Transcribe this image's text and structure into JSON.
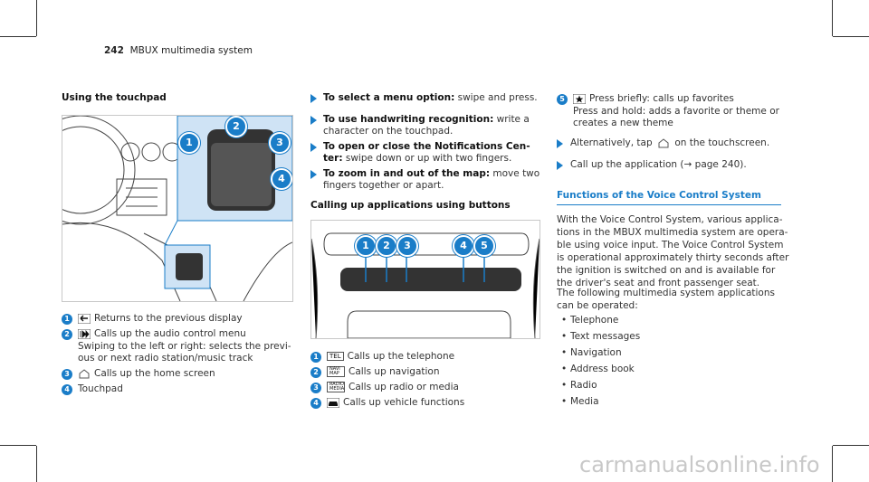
{
  "header": {
    "page_number": "242",
    "title": "MBUX multimedia system"
  },
  "col1": {
    "title": "Using the touchpad",
    "items": [
      {
        "num": "1",
        "icon": "back-arrow-icon",
        "text": "Returns to the previous display"
      },
      {
        "num": "2",
        "icon": "skip-forward-icon",
        "text": "Calls up the audio control menu",
        "extra": [
          "Swiping to the left or right: selects the previ-",
          "ous or next radio station/music track"
        ]
      },
      {
        "num": "3",
        "icon": "home-icon",
        "text": "Calls up the home screen"
      },
      {
        "num": "4",
        "icon": "",
        "text": "Touchpad"
      }
    ],
    "figure_callouts": [
      "1",
      "2",
      "3",
      "4"
    ]
  },
  "col2": {
    "bullets": [
      {
        "bold": "To select a menu option:",
        "rest": " swipe and press."
      },
      {
        "bold": "To use handwriting recognition:",
        "rest": " write a",
        "line2": "character on the touchpad."
      },
      {
        "bold": "To open or close the Notifications Cen-",
        "line2_bold": "ter:",
        "rest": " swipe down or up with two fingers."
      },
      {
        "bold": "To zoom in and out of the map:",
        "rest": " move two",
        "line2": "fingers together or apart."
      }
    ],
    "subtitle": "Calling up applications using buttons",
    "figure_callouts": [
      "1",
      "2",
      "3",
      "4",
      "5"
    ],
    "items": [
      {
        "num": "1",
        "key": "TEL",
        "text": "Calls up the telephone"
      },
      {
        "num": "2",
        "key": "NAVI MAP",
        "text": "Calls up navigation"
      },
      {
        "num": "3",
        "key": "RADIO MEDIA",
        "text": "Calls up radio or media"
      },
      {
        "num": "4",
        "key": "car-icon",
        "text": "Calls up vehicle functions"
      }
    ]
  },
  "col3": {
    "item5": {
      "num": "5",
      "icon": "star-icon",
      "line1": "Press briefly: calls up favorites",
      "line2": "Press and hold: adds a favorite or theme or",
      "line3": "creates a new theme"
    },
    "bullets": [
      {
        "line1a": "Alternatively, tap",
        "line1b": "on the touchscreen."
      },
      {
        "line1": "Call up the application (→ page 240)."
      }
    ],
    "section_title": "Functions of the Voice Control System",
    "para1": [
      "With the Voice Control System, various applica-",
      "tions in the MBUX multimedia system are opera-",
      "ble using voice input. The Voice Control System",
      "is operational approximately thirty seconds after",
      "the ignition is switched on and is available for",
      "the driver's seat and front passenger seat."
    ],
    "para2": [
      "The following multimedia system applications",
      "can be operated:"
    ],
    "list": [
      "Telephone",
      "Text messages",
      "Navigation",
      "Address book",
      "Radio",
      "Media"
    ]
  },
  "watermark": "carmanualsonline.info",
  "colors": {
    "accent": "#1a7dc8"
  }
}
